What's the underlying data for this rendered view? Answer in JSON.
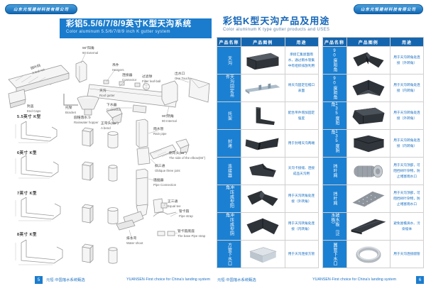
{
  "brand": {
    "primary_blue": "#1b7ccd",
    "header_blue": "#1565ae",
    "name_cell_blue": "#1b80d2",
    "text_blue": "#1a6fc0"
  },
  "left_page": {
    "company_badge": "山东元恒建材科技有限公司",
    "banner": {
      "title": "彩铝5.5/6/7/8/9英寸K型天沟系统",
      "subtitle": "Color aluminum 5.5/6/7/8/9 inch K gutter system"
    },
    "diagram": {
      "labels": [
        {
          "cn": "挡叶网",
          "en": "A leaf net"
        },
        {
          "cn": "90°阳角",
          "en": "90 External"
        },
        {
          "cn": "吊件",
          "en": "Hangers"
        },
        {
          "cn": "连接器",
          "en": "Connector"
        },
        {
          "cn": "过滤球",
          "en": "Filter leaf-ball"
        },
        {
          "cn": "出水口",
          "en": "One Touch"
        },
        {
          "cn": "天沟",
          "en": "Roof gutter"
        },
        {
          "cn": "封盖",
          "en": "End Caps"
        },
        {
          "cn": "托架",
          "en": "Bracket"
        },
        {
          "cn": "圆锥落水斗",
          "en": "Rainwater hopper"
        },
        {
          "cn": "下水器",
          "en": "Connector"
        },
        {
          "cn": "90°阴角",
          "en": "90 Internal"
        },
        {
          "cn": "正弯头(65°)",
          "en": "A bend"
        },
        {
          "cn": "雨水管",
          "en": "Rain pipe"
        },
        {
          "cn": "侧弯头(65°)",
          "en": "The side of the elbow(65°)"
        },
        {
          "cn": "斜三通",
          "en": "Oblique three joint"
        },
        {
          "cn": "连接器",
          "en": "Pipe Connection"
        },
        {
          "cn": "正三通",
          "en": "Equal tee"
        },
        {
          "cn": "管卡箍",
          "en": "Pipe strap"
        },
        {
          "cn": "管卡箍底座",
          "en": "The base Pipe strap"
        },
        {
          "cn": "排水弯",
          "en": "Water shoot"
        }
      ]
    },
    "profiles": {
      "sizes": [
        "5.5英寸 K型",
        "6英寸 K型",
        "7英寸 K型",
        "8英寸 K型"
      ]
    },
    "footer": {
      "page_no": "5",
      "cn": "元恒·中国落水系统甄选",
      "en": "YUANSEN·First choice for China's landing system"
    }
  },
  "right_page": {
    "company_badge": "山东元恒建材科技有限公司",
    "title": "彩铝K型天沟产品及用途",
    "subtitle": "Color aluminum K type gutter products and USES",
    "table": {
      "headers": [
        "产品名称",
        "产品图例",
        "用途"
      ],
      "left_rows": [
        {
          "name": "天沟",
          "use": "承接汇集屋面雨水，通过雨水管集中有组织排放利用"
        },
        {
          "name": "天沟固定吊件",
          "use": "将天沟固定在檐口表面"
        },
        {
          "name": "托架",
          "use": "配合吊件增加固定强度"
        },
        {
          "name": "封堵",
          "use": "用于封堵天沟两端"
        },
        {
          "name": "连接器",
          "use": "天沟卡接缝、连接成品天沟用"
        },
        {
          "name": "冲压成型阳角",
          "use": "用于天沟转角处连接（外转角）"
        },
        {
          "name": "冲压成型阴角",
          "use": "用于天沟转角处连接（内转角）"
        },
        {
          "name": "方管下水口",
          "use": "用于天沟连接方管"
        }
      ],
      "right_rows": [
        {
          "name": "90度阳角",
          "use": "用于天沟转角处连接（外转角）"
        },
        {
          "name": "90度阴角",
          "use": "用于天沟转角处连接（内转角）"
        },
        {
          "name": "135度阳角",
          "use": "用于天沟转角处连接（外转角）"
        },
        {
          "name": "135度阴角",
          "use": "用于天沟转角处连接（内转角）"
        },
        {
          "name": "挡叶网",
          "use": "用于天沟顶部，可阻挡树叶杂物，防止堵塞雨水口"
        },
        {
          "name": "挡叶网",
          "use": "用于天沟顶部，可阻挡树叶杂物，防止堵塞雨水口"
        },
        {
          "name": "披水板（泛水板）",
          "use": "避免屋檐滴水、污染墙体"
        },
        {
          "name": "圆管下水口",
          "use": "用于天沟连接圆管"
        }
      ]
    },
    "footer": {
      "page_no": "6",
      "cn": "元恒·中国落水系统甄选",
      "en": "YUANSEN·First choice for China's landing system"
    }
  }
}
